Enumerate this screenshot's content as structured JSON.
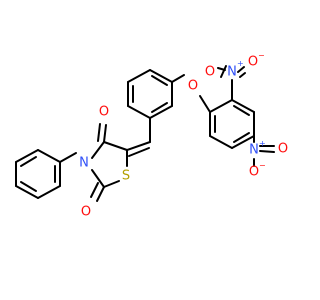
{
  "molecule": {
    "atoms": {
      "ring_o1": "O",
      "ring_o2": "O",
      "ring_n": "N",
      "ring_s": "S",
      "ether_o": "O",
      "nitro1_o_top": "O",
      "nitro1_n": "N",
      "nitro1_o_right": "O",
      "nitro2_n": "N",
      "nitro2_o_right": "O",
      "nitro2_o_bottom": "O"
    },
    "charges": {
      "nitro1_n_charge": "+",
      "nitro1_o_charge": "−",
      "nitro2_n_charge": "+",
      "nitro2_o_charge": "−"
    }
  },
  "colors": {
    "bond": "#000000",
    "oxygen": "#ff0d0d",
    "nitrogen": "#3050f8",
    "sulfur": "#b3a000"
  }
}
